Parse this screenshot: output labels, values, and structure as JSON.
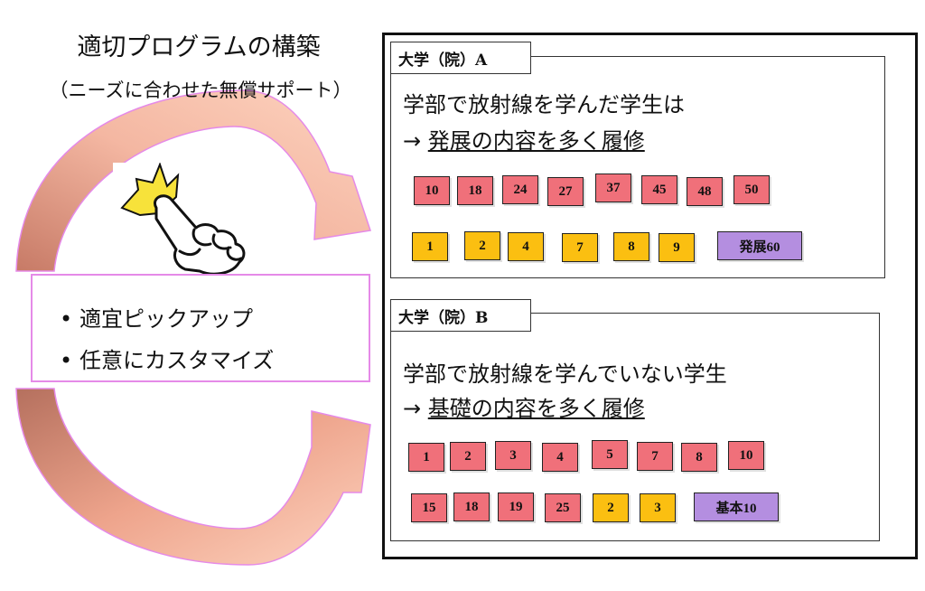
{
  "heading": {
    "title": "適切プログラムの構築",
    "subtitle": "（ニーズに合わせた無償サポート）"
  },
  "features": [
    {
      "bullet": "•",
      "text": "適宜ピックアップ"
    },
    {
      "bullet": "•",
      "text": "任意にカスタマイズ"
    }
  ],
  "panel_a": {
    "tab": "大学（院）A",
    "line1": "学部で放射線を学んだ学生は",
    "arrow": "→",
    "line2": "発展の内容を多く履修",
    "row1": [
      "10",
      "18",
      "24",
      "27",
      "37",
      "45",
      "48",
      "50"
    ],
    "row2": [
      "1",
      "2",
      "4",
      "7",
      "8",
      "9"
    ],
    "badge": "発展60"
  },
  "panel_b": {
    "tab": "大学（院）B",
    "line1": "学部で放射線を学んでいない学生",
    "arrow": "→",
    "line2": "基礎の内容を多く履修",
    "row1": [
      "1",
      "2",
      "3",
      "4",
      "5",
      "7",
      "8",
      "10"
    ],
    "row2_red": [
      "15",
      "18",
      "19",
      "25"
    ],
    "row2_yellow": [
      "2",
      "3"
    ],
    "badge": "基本10"
  },
  "colors": {
    "red_chip": "#f0707a",
    "yellow_chip": "#fbbf11",
    "purple_chip": "#b48ee0",
    "arrow_gradient_start": "#c77a66",
    "arrow_gradient_end": "#fdd3bf",
    "border_pink": "#e58ae8"
  },
  "icons": {
    "hand": "pointing-hand-icon",
    "flash": "flash-burst-icon"
  }
}
